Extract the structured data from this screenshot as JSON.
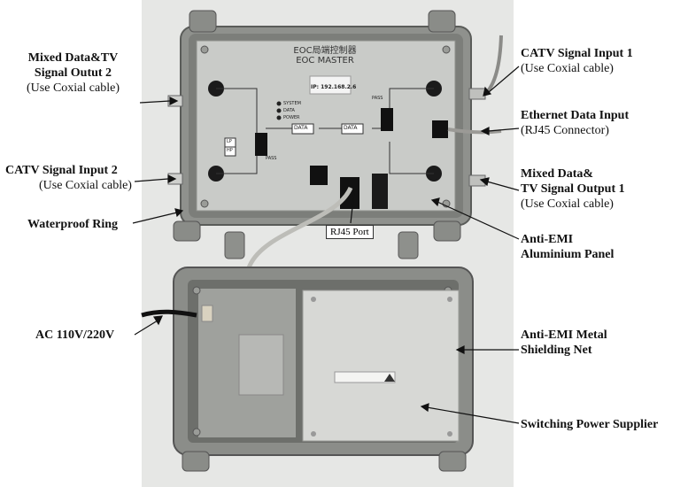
{
  "labels": {
    "mixed2_l1": "Mixed Data&TV",
    "mixed2_l2": "Signal Outut 2",
    "mixed2_sub": "(Use Coxial cable)",
    "catv2_l1": "CATV Signal Input 2",
    "catv2_sub": "(Use Coxial cable)",
    "waterproof": "Waterproof Ring",
    "ac": "AC 110V/220V",
    "catv1_l1": "CATV Signal Input 1",
    "catv1_sub": "(Use Coxial cable)",
    "eth_l1": "Ethernet Data Input",
    "eth_sub": "(RJ45 Connector)",
    "mixed1_l1": "Mixed Data&",
    "mixed1_l2": "TV Signal Output 1",
    "mixed1_sub": "(Use Coxial cable)",
    "antiemi_l1": "Anti-EMI",
    "antiemi_l2": "Aluminium Panel",
    "shield_l1": "Anti-EMI Metal",
    "shield_l2": "Shielding Net",
    "psu": "Switching Power Supplier",
    "rj45": "RJ45 Port"
  },
  "panel": {
    "title_cn": "EOC局端控制器",
    "title_en": "EOC MASTER",
    "ip": "IP: 192.168.2.6",
    "status_system": "SYSTEM",
    "status_data": "DATA",
    "status_power": "POWER",
    "data_label_1": "DATA",
    "data_label_2": "DATA",
    "pass_top": "PASS",
    "pass_bottom": "PASS",
    "lp": "LP",
    "hp": "HP"
  },
  "colors": {
    "box_metal": "#8f918d",
    "panel_silver": "#c9cbc8",
    "background": "#e6e7e5",
    "shield": "#d7d8d5"
  }
}
